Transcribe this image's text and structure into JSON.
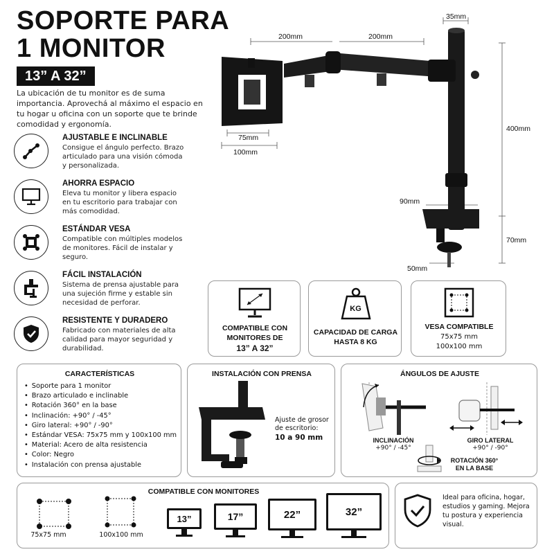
{
  "title": {
    "line1": "SOPORTE PARA",
    "line2": "1 MONITOR"
  },
  "size_badge": "13” A 32”",
  "intro": "La ubicación de tu monitor es de suma importancia. Aprovechá al máximo el espacio en tu hogar u oficina con un soporte que te brinde comodidad y ergonomía.",
  "features": [
    {
      "icon": "articulated-arm-icon",
      "title": "AJUSTABLE E INCLINABLE",
      "text": "Consigue el ángulo perfecto. Brazo articulado para una visión cómoda y personalizada."
    },
    {
      "icon": "monitor-icon",
      "title": "AHORRA ESPACIO",
      "text": "Eleva tu monitor y libera espacio en tu escritorio para trabajar con más comodidad."
    },
    {
      "icon": "vesa-plate-icon",
      "title": "ESTÁNDAR VESA",
      "text": "Compatible con múltiples modelos de monitores. Fácil de instalar y seguro."
    },
    {
      "icon": "clamp-icon",
      "title": "FÁCIL INSTALACIÓN",
      "text": "Sistema de prensa ajustable para una sujeción firme y estable sin necesidad de perforar."
    },
    {
      "icon": "shield-check-icon",
      "title": "RESISTENTE Y DURADERO",
      "text": "Fabricado con materiales de alta calidad para mayor seguridad y durabilidad."
    }
  ],
  "dimensions": {
    "pole_width": "35mm",
    "arm1": "200mm",
    "arm2": "200mm",
    "height": "400mm",
    "vesa_small": "75mm",
    "vesa_large": "100mm",
    "clamp_gap": "90mm",
    "clamp_height": "70mm",
    "clamp_depth": "50mm"
  },
  "info_boxes": [
    {
      "icon": "monitor-diagonal-icon",
      "line1": "COMPATIBLE CON",
      "line2": "MONITORES DE",
      "line3": "13” A 32”"
    },
    {
      "icon": "weight-icon",
      "weight_label": "KG",
      "line1": "CAPACIDAD DE CARGA",
      "line2": "HASTA 8 KG"
    },
    {
      "icon": "vesa-square-icon",
      "line1": "VESA COMPATIBLE",
      "line2": "75x75 mm",
      "line3": "100x100 mm"
    }
  ],
  "specs": {
    "title": "CARACTERÍSTICAS",
    "items": [
      "Soporte para 1 monitor",
      "Brazo articulado e inclinable",
      "Rotación 360° en la base",
      "Inclinación: +90° / -45°",
      "Giro lateral: +90° / -90°",
      "Estándar VESA: 75x75 mm y 100x100 mm",
      "Material: Acero de alta resistencia",
      "Color: Negro",
      "Instalación con prensa ajustable"
    ]
  },
  "clamp_install": {
    "title": "INSTALACIÓN CON PRENSA",
    "note": "Ajuste de grosor de escritorio:",
    "range": "10 a 90 mm"
  },
  "angles": {
    "title": "ÁNGULOS DE AJUSTE",
    "tilt_label": "INCLINACIÓN",
    "tilt_value": "+90° / -45°",
    "swivel_label": "GIRO LATERAL",
    "swivel_value": "+90° / -90°",
    "rotation_line1": "ROTACIÓN 360°",
    "rotation_line2": "EN LA BASE"
  },
  "compat": {
    "title": "COMPATIBLE CON MONITORES",
    "vesa": [
      "75x75 mm",
      "100x100 mm"
    ],
    "sizes": [
      "13”",
      "17”",
      "22”",
      "32”"
    ]
  },
  "ideal": {
    "text": "Ideal para oficina, hogar, estudios y gaming. Mejora tu postura y experiencia visual."
  }
}
